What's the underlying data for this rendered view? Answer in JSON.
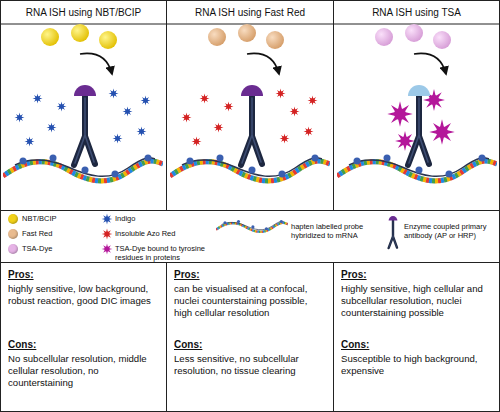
{
  "diagram": {
    "nodes": [
      {
        "text": [
          "RNA ISH using NBT/BCIP"
        ]
      },
      {
        "text": [
          "RNA ISH using Fast Red"
        ]
      },
      {
        "text": [
          "RNA ISH using TSA"
        ]
      },
      {
        "text": [
          "Pros:",
          "highly sensitive, low background, robust reaction, good DIC images",
          "Cons:",
          "No subcellular resolution, middle cellular resolution, no counterstaining"
        ]
      },
      {
        "text": [
          "Pros:",
          "can be visualised at a confocal, nuclei counterstaining possible, high cellular resolution",
          "Cons:",
          "Less sensitive, no subcellular resolution, no tissue clearing"
        ]
      },
      {
        "text": [
          "Pros:",
          "Highly sensitive, high cellular and subcellular resolution, nuclei counterstaining possible",
          "Cons:",
          "Susceptible to high background, expensive"
        ]
      }
    ],
    "legend": [
      {
        "text": "NBT/BCIP",
        "color": "#f2d21a"
      },
      {
        "text": "Fast Red",
        "color": "#e9bb8f"
      },
      {
        "text": "TSA-Dye",
        "color": "#e6b3e6"
      },
      {
        "text": "Indigo",
        "color": "#2450b0"
      },
      {
        "text": "Insoluble Azo Red",
        "color": "#d42222"
      },
      {
        "text": "TSA-Dye bound to tyrosine residues in proteins",
        "color": "#b4179a"
      },
      {
        "text": "hapten labelled probe hybridized to mRNA"
      },
      {
        "text": "Enzyme coupled primary antibody (AP or HRP)"
      }
    ]
  }
}
